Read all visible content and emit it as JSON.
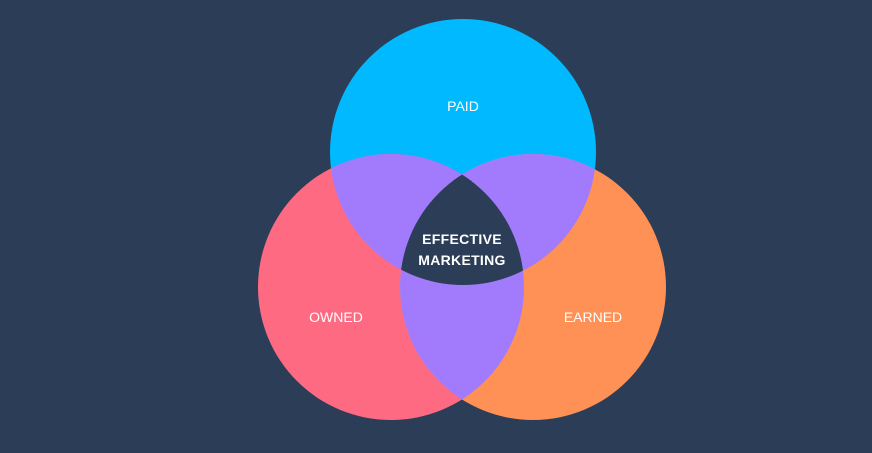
{
  "diagram": {
    "type": "venn",
    "sets": [
      {
        "id": "paid",
        "label": "PAID",
        "color": "#00b9ff"
      },
      {
        "id": "owned",
        "label": "OWNED",
        "color": "#ff6a83"
      },
      {
        "id": "earned",
        "label": "EARNED",
        "color": "#ff9156"
      }
    ],
    "overlap_color": "#a27bfc",
    "center_label_line1": "EFFECTIVE",
    "center_label_line2": "MARKETING",
    "background": "#2c3d57"
  }
}
